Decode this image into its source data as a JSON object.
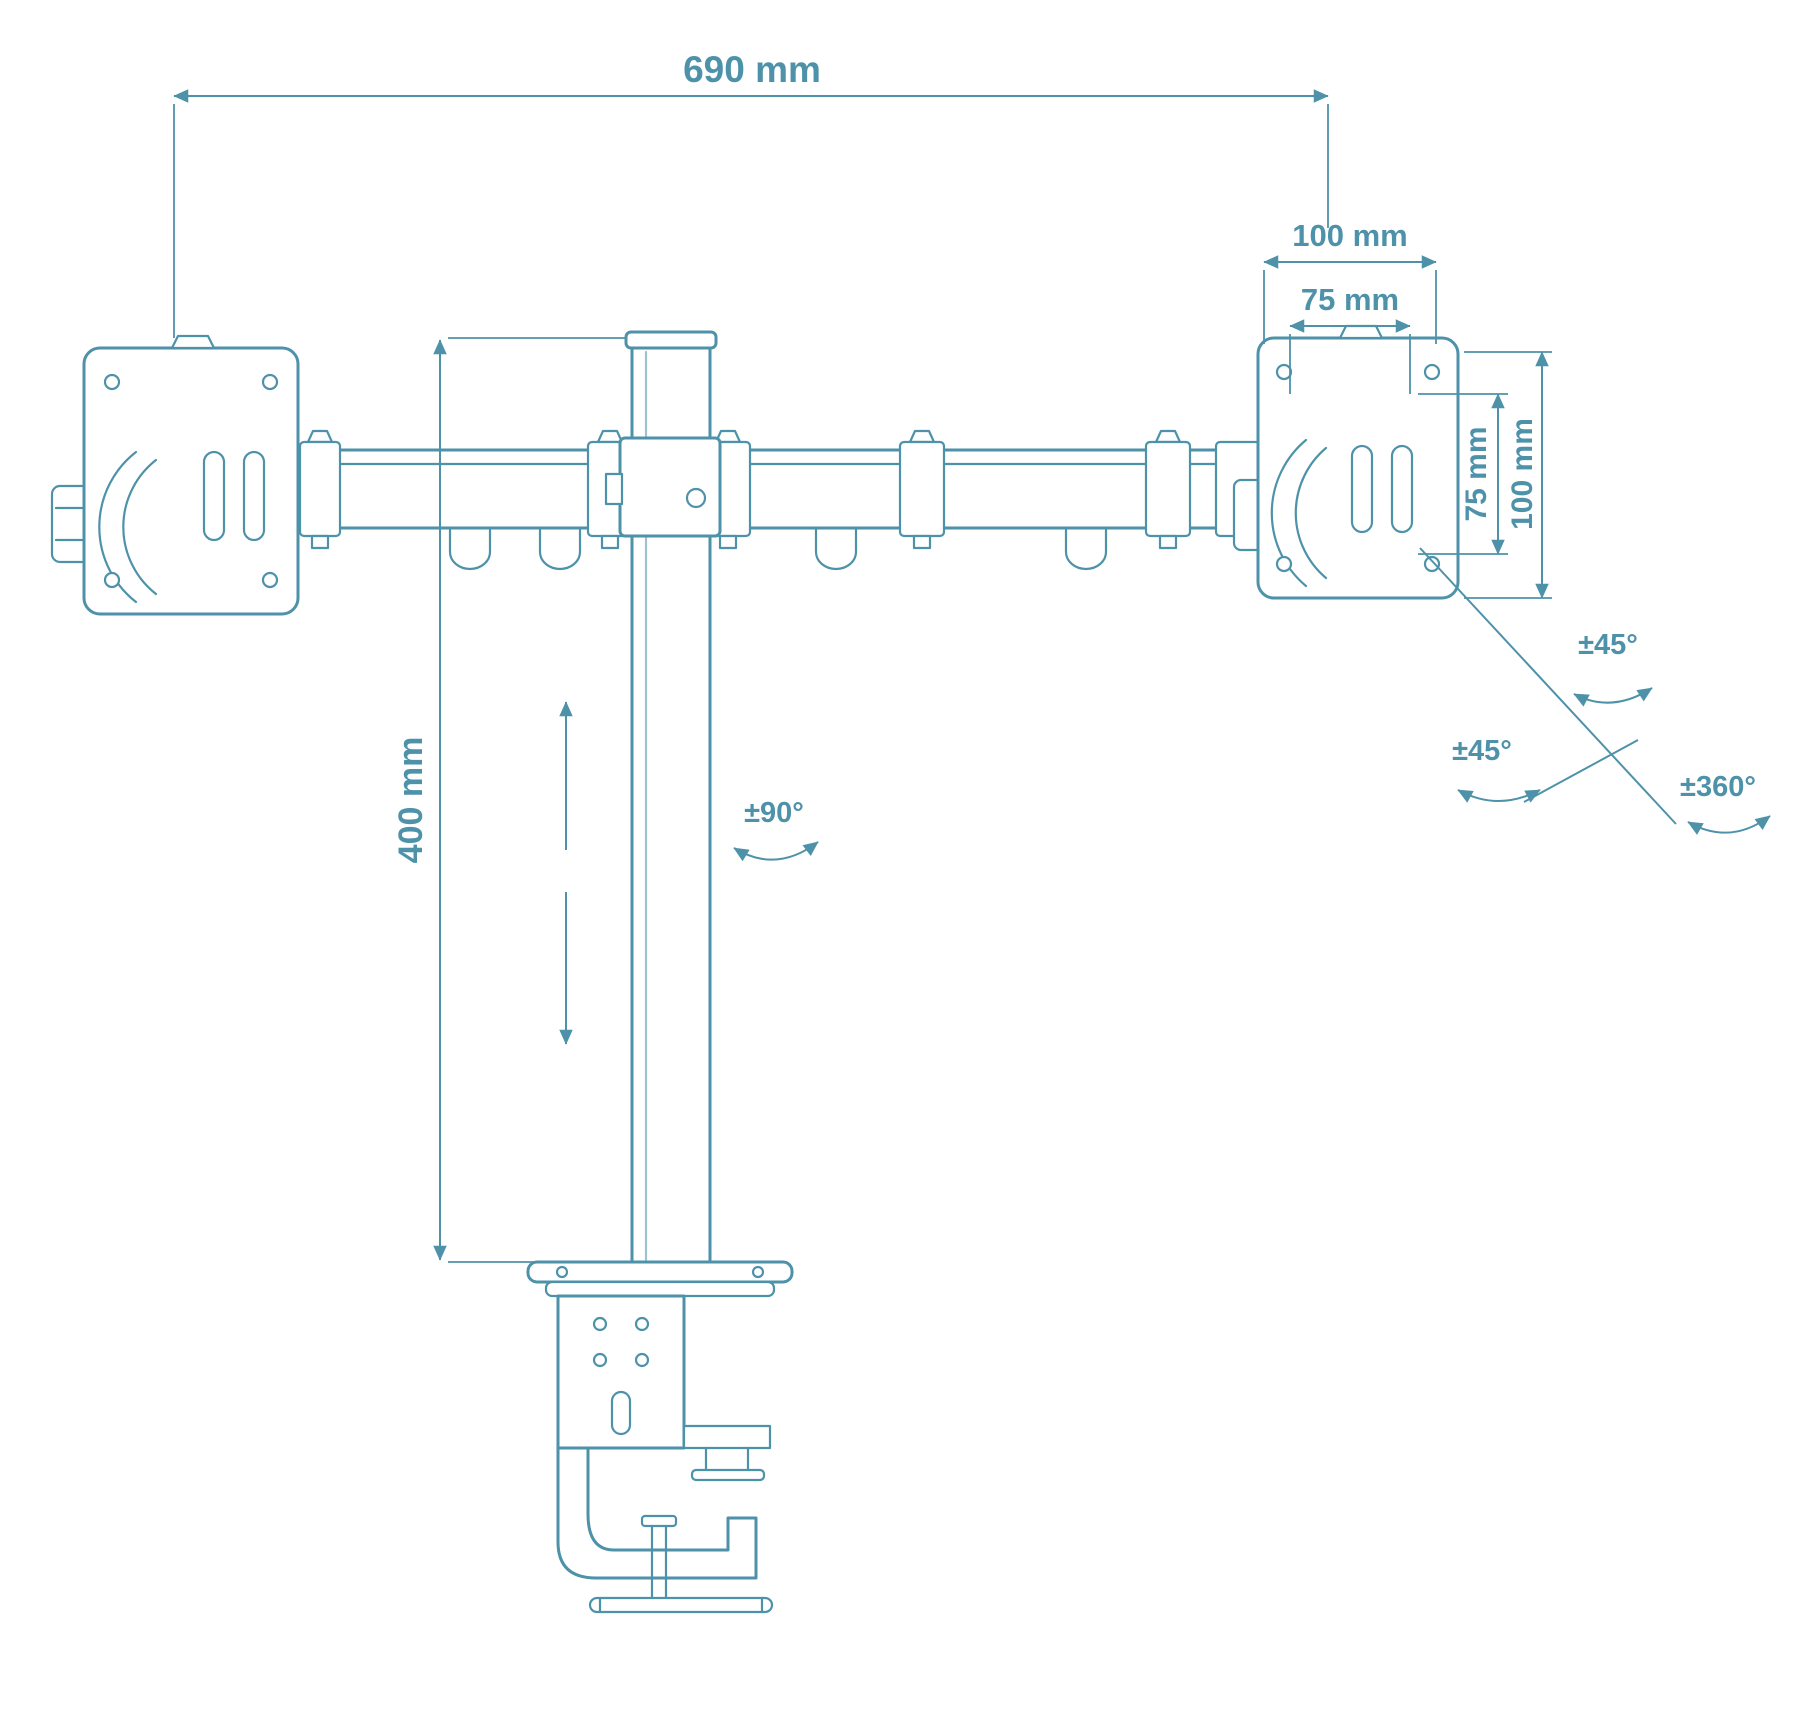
{
  "colors": {
    "line": "#4E92AA",
    "background": "#FFFFFF"
  },
  "labels": {
    "total_width": "690 mm",
    "vesa_outer_width": "100 mm",
    "vesa_inner_width": "75 mm",
    "vesa_inner_height": "75 mm",
    "vesa_outer_height": "100 mm",
    "pole_height": "400 mm",
    "pole_swivel": "±90°",
    "head_tilt": "±45°",
    "head_swivel": "±45°",
    "head_rotation": "±360°"
  }
}
